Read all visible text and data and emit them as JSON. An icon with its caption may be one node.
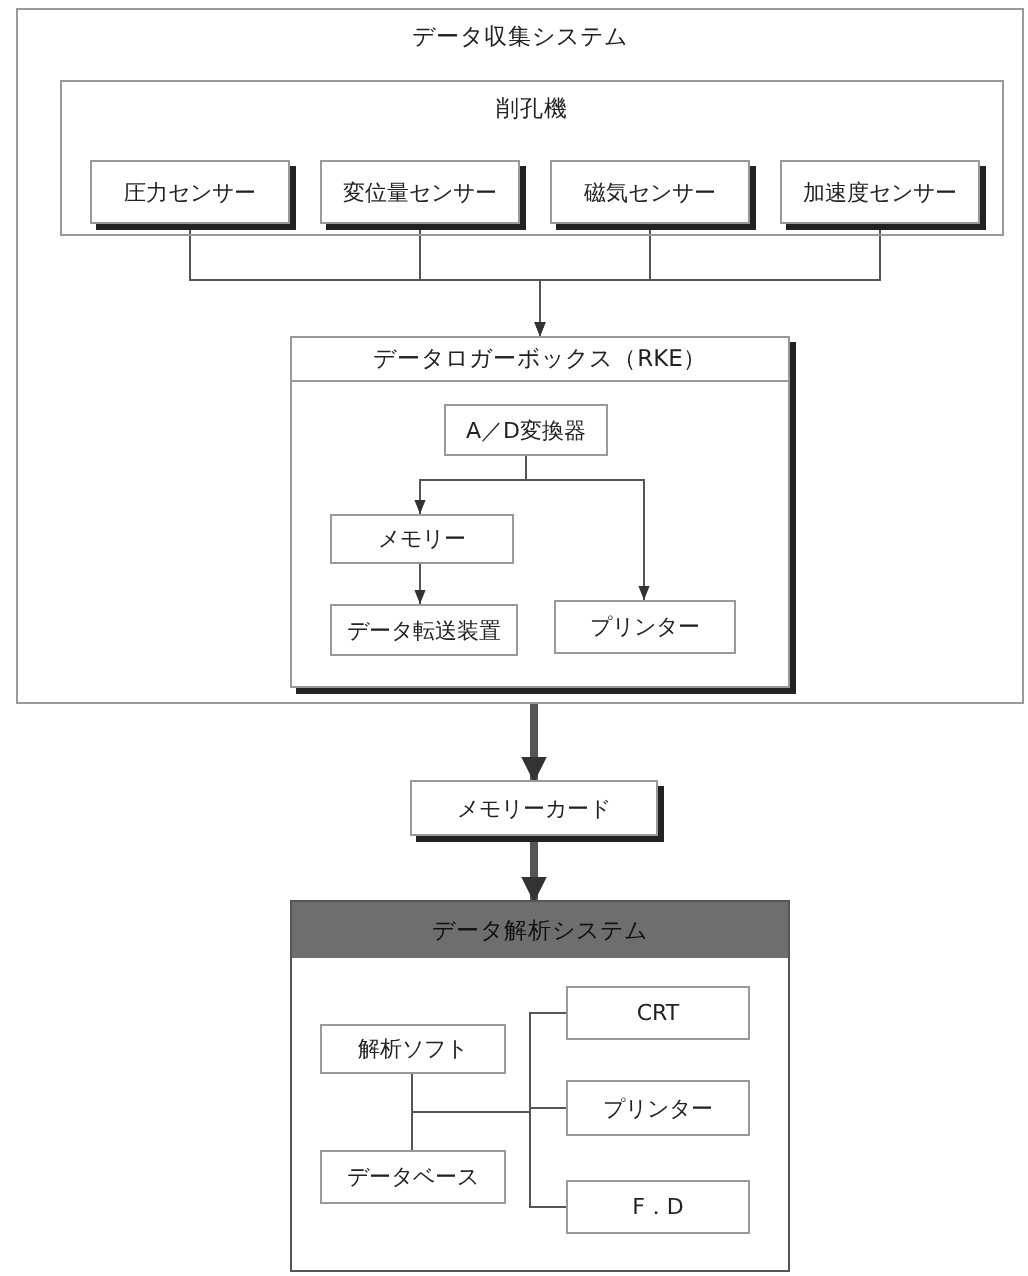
{
  "diagram": {
    "nodes": [
      {
        "text": [
          "データ収集システム"
        ]
      },
      {
        "text": [
          "削孔機"
        ],
        "in": 0
      },
      {
        "text": [
          "圧力センサー"
        ],
        "in": 1
      },
      {
        "text": [
          "変位量センサー"
        ],
        "in": 1
      },
      {
        "text": [
          "磁気センサー"
        ],
        "in": 1
      },
      {
        "text": [
          "加速度センサー"
        ],
        "in": 1
      },
      {
        "text": [
          "データロガーボックス（RKE）"
        ],
        "in": 0
      },
      {
        "text": [
          "A／D変換器"
        ],
        "in": 6
      },
      {
        "text": [
          "メモリー"
        ],
        "in": 6
      },
      {
        "text": [
          "データ転送装置"
        ],
        "in": 6
      },
      {
        "text": [
          "プリンター"
        ],
        "in": 6
      },
      {
        "text": [
          "メモリーカード"
        ]
      },
      {
        "text": [
          "データ解析システム"
        ]
      },
      {
        "text": [
          "解析ソフト"
        ],
        "in": 12
      },
      {
        "text": [
          "データベース"
        ],
        "in": 12
      },
      {
        "text": [
          "CRT"
        ],
        "in": 12
      },
      {
        "text": [
          "プリンター"
        ],
        "in": 12
      },
      {
        "text": [
          "F．D"
        ],
        "in": 12
      }
    ],
    "edges": [
      {
        "from": 2,
        "to": 6,
        "arrow": "to"
      },
      {
        "from": 3,
        "to": 6,
        "arrow": "to"
      },
      {
        "from": 4,
        "to": 6,
        "arrow": "to"
      },
      {
        "from": 5,
        "to": 6,
        "arrow": "to"
      },
      {
        "from": 7,
        "to": 8,
        "arrow": "to"
      },
      {
        "from": 7,
        "to": 10,
        "arrow": "to"
      },
      {
        "from": 8,
        "to": 9,
        "arrow": "to"
      },
      {
        "from": 0,
        "to": 11,
        "arrow": "to",
        "style": "thick"
      },
      {
        "from": 11,
        "to": 12,
        "arrow": "to",
        "style": "thick"
      },
      {
        "from": 13,
        "to": 14,
        "arrow": "none"
      },
      {
        "from": 13,
        "to": 15,
        "arrow": "none"
      },
      {
        "from": 13,
        "to": 16,
        "arrow": "none"
      },
      {
        "from": 13,
        "to": 17,
        "arrow": "none"
      },
      {
        "from": 14,
        "to": 15,
        "arrow": "none"
      },
      {
        "from": 14,
        "to": 16,
        "arrow": "none"
      },
      {
        "from": 14,
        "to": 17,
        "arrow": "none"
      }
    ]
  }
}
